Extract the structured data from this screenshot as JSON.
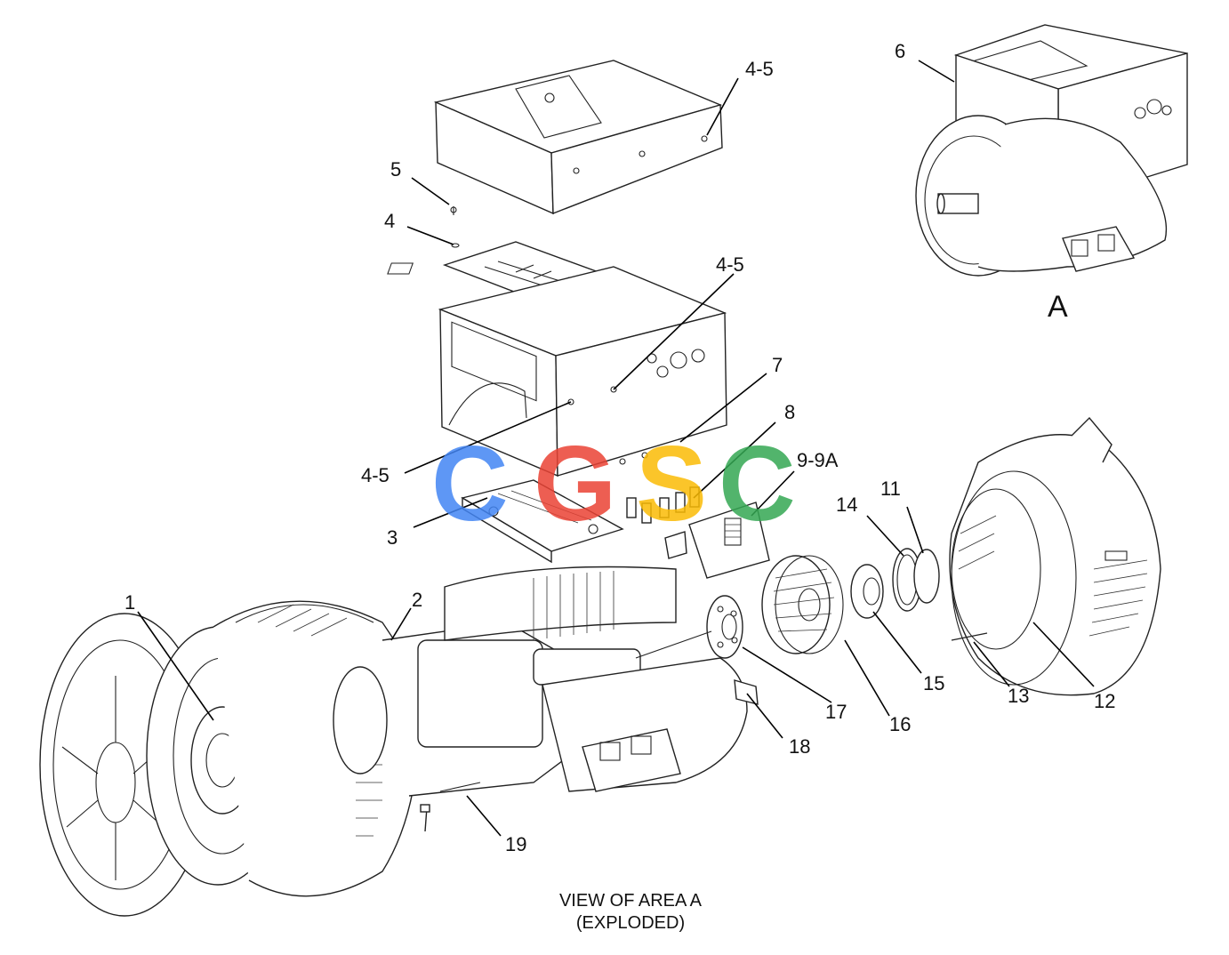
{
  "labels": {
    "l1": "1",
    "l2": "2",
    "l3": "3",
    "l4": "4",
    "l5": "5",
    "l6": "6",
    "l7": "7",
    "l8": "8",
    "l9": "9-9A",
    "l11": "11",
    "l12": "12",
    "l13": "13",
    "l14": "14",
    "l15": "15",
    "l16": "16",
    "l17": "17",
    "l18": "18",
    "l19": "19",
    "l45_top": "4-5",
    "l45_mid": "4-5",
    "l45_left": "4-5",
    "area_a": "A"
  },
  "caption": {
    "line1": "VIEW OF AREA  A",
    "line2": "(EXPLODED)"
  },
  "watermark": {
    "letters": [
      "C",
      "G",
      "S",
      "C"
    ],
    "colors": [
      "#4285F4",
      "#EA4335",
      "#FBBC05",
      "#34A853"
    ]
  }
}
